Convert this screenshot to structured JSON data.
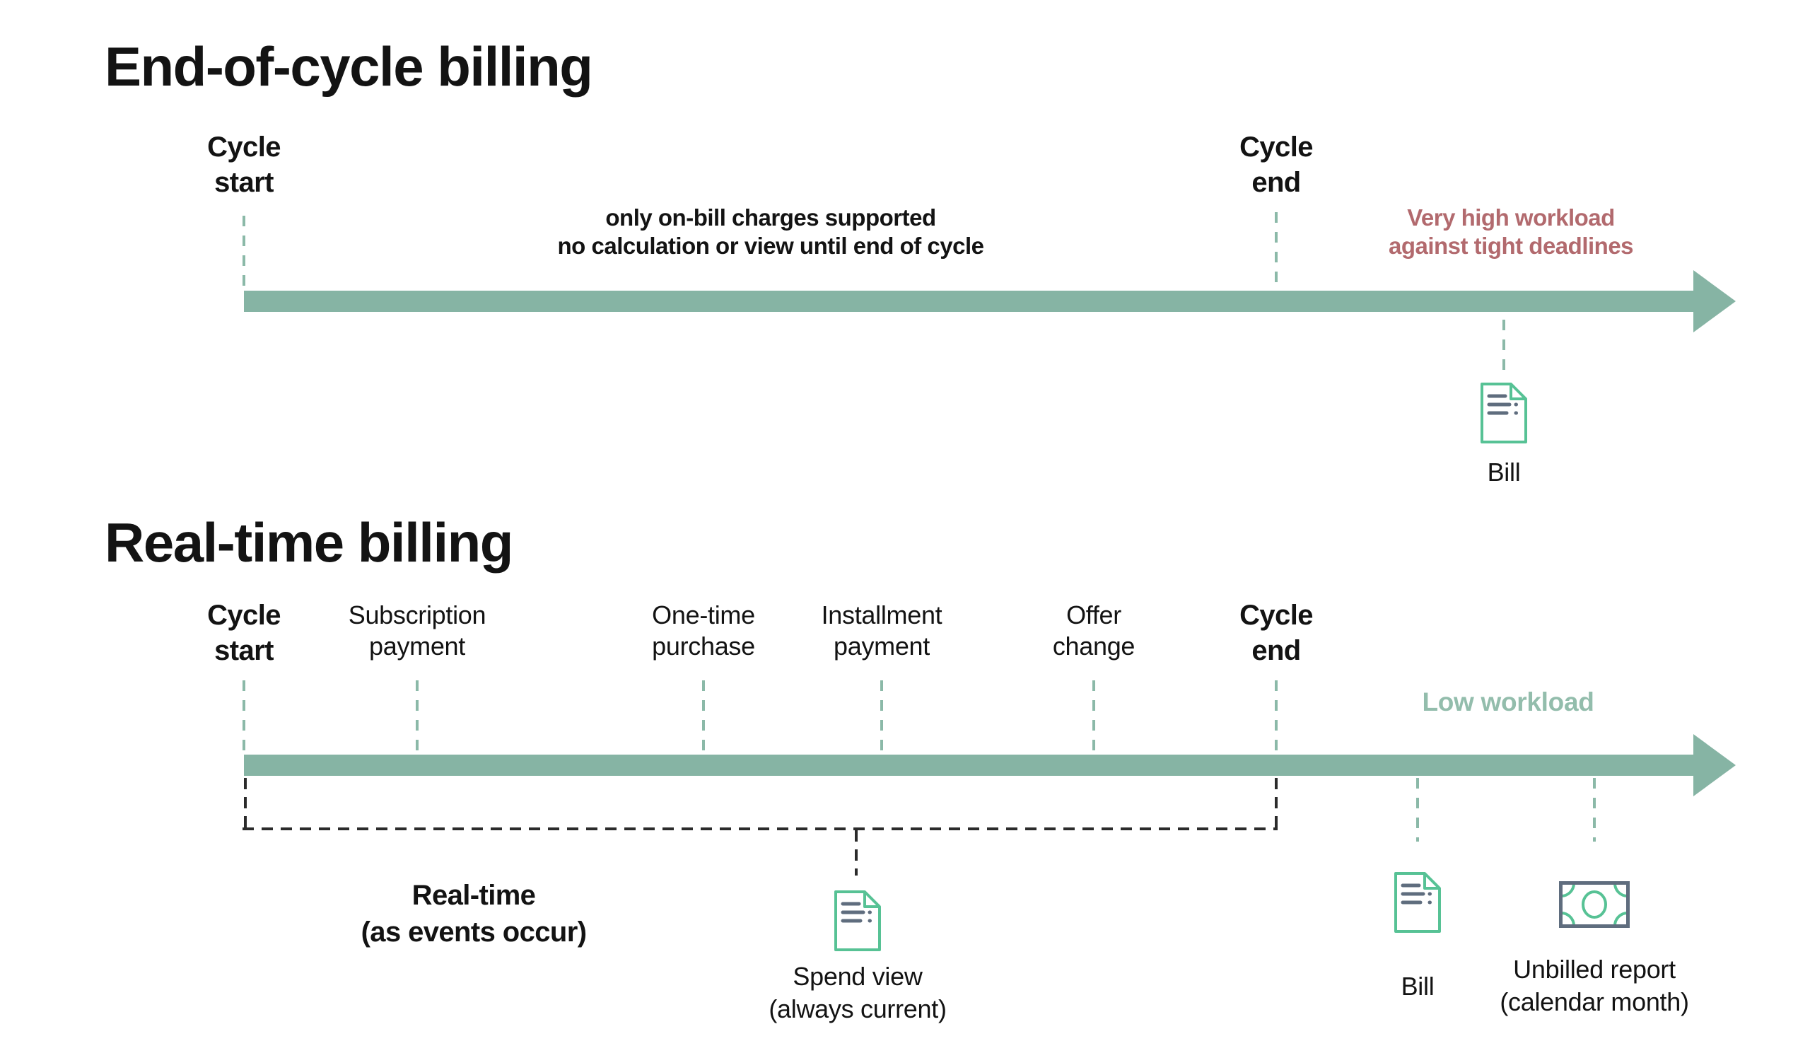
{
  "colors": {
    "arrow": "#86b4a4",
    "dash": "#8bb9a8",
    "tealText": "#93bdac",
    "rose": "#b26a6e",
    "iconGreen": "#57c295",
    "iconSlate": "#5f6d7e",
    "bracket": "#2b2b2b",
    "ink": "#131313"
  },
  "section1": {
    "title": "End-of-cycle billing",
    "cycle_start_label": "Cycle start",
    "cycle_end_label": "Cycle end",
    "note_line1": "only on-bill charges supported",
    "note_line2": "no calculation or view until end of cycle",
    "warning_line1": "Very high workload",
    "warning_line2": "against tight deadlines",
    "bill_label": "Bill",
    "bill_icon": "document-icon"
  },
  "section2": {
    "title": "Real-time billing",
    "events": [
      {
        "label": "Cycle start",
        "emphasis": true
      },
      {
        "label": "Subscription payment",
        "emphasis": false
      },
      {
        "label": "One-time purchase",
        "emphasis": false
      },
      {
        "label": "Installment payment",
        "emphasis": false
      },
      {
        "label": "Offer change",
        "emphasis": false
      },
      {
        "label": "Cycle end",
        "emphasis": true
      }
    ],
    "low_workload_label": "Low workload",
    "bracket_line1": "Real-time",
    "bracket_line2": "(as events occur)",
    "spend_view_line1": "Spend view",
    "spend_view_line2": "(always current)",
    "spend_view_icon": "document-icon",
    "bill_label": "Bill",
    "bill_icon": "document-icon",
    "unbilled_line1": "Unbilled report",
    "unbilled_line2": "(calendar month)",
    "unbilled_icon": "banknote-icon"
  }
}
